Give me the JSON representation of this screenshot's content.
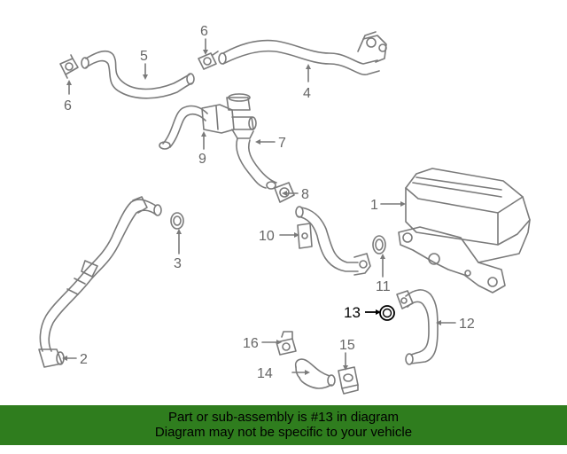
{
  "callouts": {
    "n1": "1",
    "n2": "2",
    "n3": "3",
    "n4": "4",
    "n5": "5",
    "n6a": "6",
    "n6b": "6",
    "n7": "7",
    "n8": "8",
    "n9": "9",
    "n10": "10",
    "n11": "11",
    "n12": "12",
    "n13": "13",
    "n14": "14",
    "n15": "15",
    "n16": "16"
  },
  "highlighted_part": "13",
  "banner": {
    "line1": "Part or sub-assembly is #13 in diagram",
    "line2": "Diagram may not be specific to your vehicle",
    "color": "#2f7d1e"
  },
  "colors": {
    "linework": "#7a7a7a",
    "highlight": "#000000"
  }
}
